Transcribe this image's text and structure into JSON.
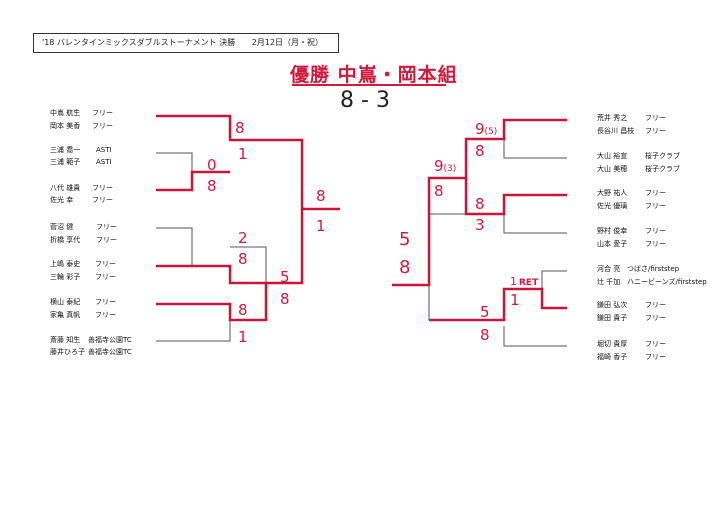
{
  "header": {
    "title": "'18 バレンタインミックスダブルストーナメント 決勝",
    "date": "2月12日（月・祝）"
  },
  "champion": {
    "label": "優勝 中嶌・岡本組",
    "score": "8 - 3"
  },
  "left_players": [
    {
      "name": "中嶌 航生",
      "club": "フリー"
    },
    {
      "name": "岡本 美香",
      "club": "フリー"
    },
    {
      "name": "三浦 喬一",
      "club": "ASTI"
    },
    {
      "name": "三浦 範子",
      "club": "ASTI"
    },
    {
      "name": "八代 雄貴",
      "club": "フリー"
    },
    {
      "name": "佐光 幸",
      "club": "フリー"
    },
    {
      "name": "菅沼 健",
      "club": "フリー"
    },
    {
      "name": "折橋 享代",
      "club": "フリー"
    },
    {
      "name": "上嶋 泰史",
      "club": "フリー"
    },
    {
      "name": "三輪 彩子",
      "club": "フリー"
    },
    {
      "name": "横山 泰紀",
      "club": "フリー"
    },
    {
      "name": "家亀 真帆",
      "club": "フリー"
    },
    {
      "name": "斎藤 知生",
      "club": "善福寺公園TC"
    },
    {
      "name": "藤井ひろ子",
      "club": "善福寺公園TC"
    }
  ],
  "right_players": [
    {
      "name": "荒井 秀之",
      "club": "フリー"
    },
    {
      "name": "長谷川 昌枝",
      "club": "フリー"
    },
    {
      "name": "大山 裕宣",
      "club": "桜子クラブ"
    },
    {
      "name": "大山 美穂",
      "club": "桜子クラブ"
    },
    {
      "name": "大野 祐人",
      "club": "フリー"
    },
    {
      "name": "佐光 優璃",
      "club": "フリー"
    },
    {
      "name": "野村 俊幸",
      "club": "フリー"
    },
    {
      "name": "山本 愛子",
      "club": "フリー"
    },
    {
      "name": "河合 亮",
      "club": "つばさ/firststep"
    },
    {
      "name": "辻 千加",
      "club": "ハニービーンズ/firststep"
    },
    {
      "name": "鎌田 弘次",
      "club": "フリー"
    },
    {
      "name": "鎌田 貴子",
      "club": "フリー"
    },
    {
      "name": "堀切 貴厚",
      "club": "フリー"
    },
    {
      "name": "福崎 香子",
      "club": "フリー"
    }
  ],
  "scores": {
    "l_r1_a": "8",
    "l_r1_b": "1",
    "l_r0_a": "0",
    "l_r0_b": "8",
    "l_r1_c": "2",
    "l_r1_d": "8",
    "l_r1_e": "8",
    "l_r1_f": "1",
    "l_r2_a": "5",
    "l_r2_b": "8",
    "l_r3_a": "8",
    "l_r3_b": "1",
    "r_r1_a": "9",
    "r_r1_a_note": "(5)",
    "r_r1_b": "8",
    "r_r2_a": "9",
    "r_r2_a_note": "(3)",
    "r_r2_b": "8",
    "r_r1_c": "8",
    "r_r1_d": "3",
    "r_r1_e": "1",
    "r_r1_e_note": "RET",
    "r_r1_f": "1",
    "r_r2_c": "5",
    "r_r2_d": "8",
    "r_r3_a": "5",
    "r_r3_b": "8"
  }
}
